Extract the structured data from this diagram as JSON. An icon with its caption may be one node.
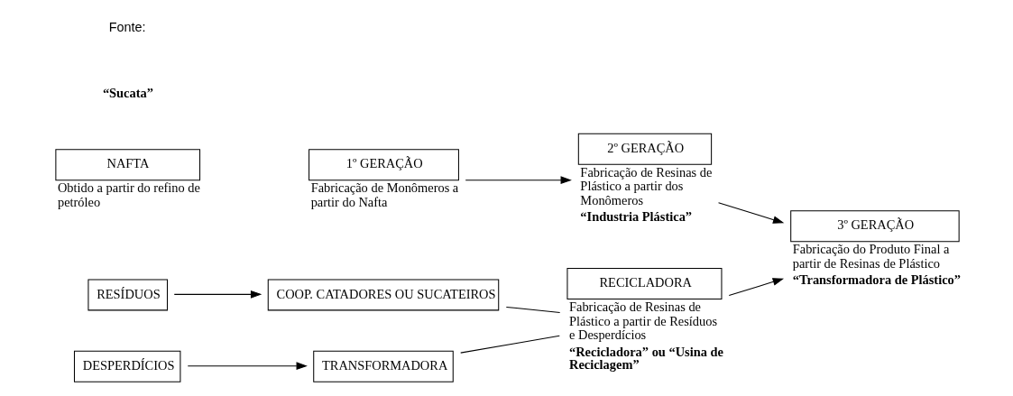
{
  "diagram": {
    "nodes": [
      {
        "text": [
          "NAFTA"
        ],
        "beside": [
          "Obtido a partir do refino de petróleo"
        ]
      },
      {
        "text": [
          "1º GERAÇÃO"
        ],
        "beside": [
          "Fabricação de Monômeros a partir do Nafta"
        ]
      },
      {
        "text": [
          "2º GERAÇÃO"
        ],
        "beside": [
          "Fabricação de Resinas de Plástico a partir dos Monômeros",
          "“Industria Plástica”"
        ]
      },
      {
        "text": [
          "3º GERAÇÃO"
        ],
        "beside": [
          "Fabricação do Produto Final a partir de Resinas de Plástico",
          "“Transformadora de Plástico”"
        ]
      },
      {
        "text": [
          "RESÍDUOS"
        ]
      },
      {
        "text": [
          "COOP. CATADORES OU SUCATEIROS"
        ]
      },
      {
        "text": [
          "DESPERDÍCIOS"
        ]
      },
      {
        "text": [
          "TRANSFORMADORA"
        ]
      },
      {
        "text": [
          "RECICLADORA"
        ],
        "beside": [
          "Fabricação de Resinas de Plástico a partir de Resíduos e Desperdícios",
          "“Recicladora” ou “Usina de Reciclagem”"
        ]
      }
    ],
    "edges": [
      {
        "from": 1,
        "to": 2,
        "arrow": "to"
      },
      {
        "from": 2,
        "to": 3,
        "arrow": "to"
      },
      {
        "from": 4,
        "to": 5,
        "arrow": "to"
      },
      {
        "from": 6,
        "to": 7,
        "arrow": "to"
      },
      {
        "from": 5,
        "to": 8,
        "arrow": "none"
      },
      {
        "from": 7,
        "to": 8,
        "arrow": "none"
      },
      {
        "from": 8,
        "to": 3,
        "arrow": "to"
      }
    ],
    "labels": [
      "Fonte:",
      "“Sucata”"
    ]
  }
}
